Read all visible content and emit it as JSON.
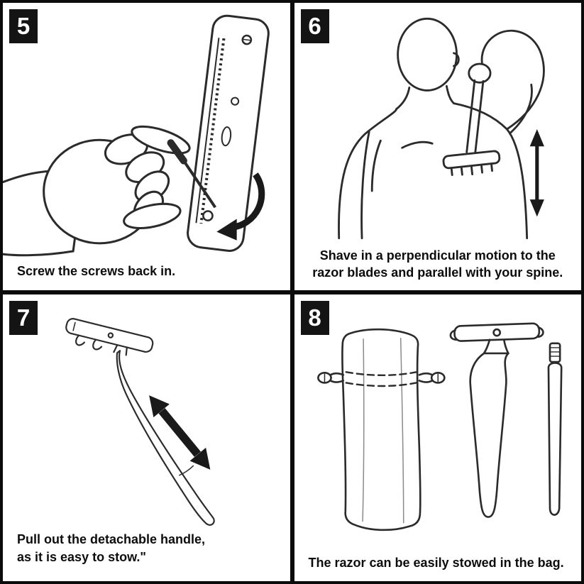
{
  "colors": {
    "ink": "#2b2b2b",
    "arrow": "#1a1a1a",
    "badge_bg": "#141414",
    "badge_text": "#ffffff"
  },
  "panels": [
    {
      "number": "5",
      "caption": "Screw the screws back in.",
      "icon": "hand-screwdriver-razor-illustration"
    },
    {
      "number": "6",
      "caption": "Shave in a perpendicular motion to the razor blades and parallel with your spine.",
      "icon": "person-back-shaving-illustration"
    },
    {
      "number": "7",
      "caption": "Pull out the detachable handle,\n as it is easy to stow.\"",
      "icon": "razor-detachable-handle-illustration"
    },
    {
      "number": "8",
      "caption": "The razor can be easily stowed in the bag.",
      "icon": "bag-razor-handle-illustration"
    }
  ]
}
